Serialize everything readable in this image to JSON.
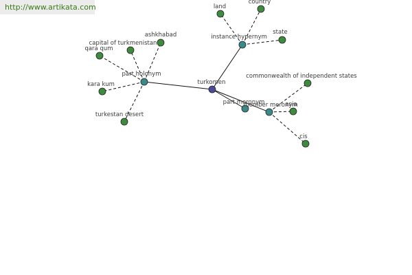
{
  "header": {
    "url": "http://www.artikata.com"
  },
  "colors": {
    "root_fill": "#4a4a96",
    "relation_fill": "#3a8a8a",
    "leaf_fill": "#3e8a3e",
    "node_stroke": "#222222",
    "edge": "#111111",
    "label": "#3a3a3a",
    "url_text": "#3a7a16",
    "url_bg": "#ececec"
  },
  "graph": {
    "root": {
      "id": "turkomen",
      "label": "turkomen"
    },
    "relations": [
      {
        "id": "part-holonym",
        "label": "part holonym",
        "members": [
          {
            "id": "ashkhabad",
            "label": "ashkhabad"
          },
          {
            "id": "capital-of-turkmenistan",
            "label": "capital of turkmenistan"
          },
          {
            "id": "qara-qum",
            "label": "qara qum"
          },
          {
            "id": "kara-kum",
            "label": "kara kum"
          },
          {
            "id": "turkestan-desert",
            "label": "turkestan desert"
          }
        ]
      },
      {
        "id": "instance-hypernym",
        "label": "instance hypernym",
        "members": [
          {
            "id": "land",
            "label": "land"
          },
          {
            "id": "country",
            "label": "country"
          },
          {
            "id": "state",
            "label": "state"
          }
        ]
      },
      {
        "id": "part-meronym",
        "label": "part meronym",
        "members": []
      },
      {
        "id": "member-meronym",
        "label": "member meronym",
        "members": [
          {
            "id": "commonwealth-of-independent-states",
            "label": "commonwealth of independent states"
          },
          {
            "id": "asia",
            "label": "asia"
          },
          {
            "id": "cis",
            "label": "cis"
          }
        ]
      }
    ]
  }
}
